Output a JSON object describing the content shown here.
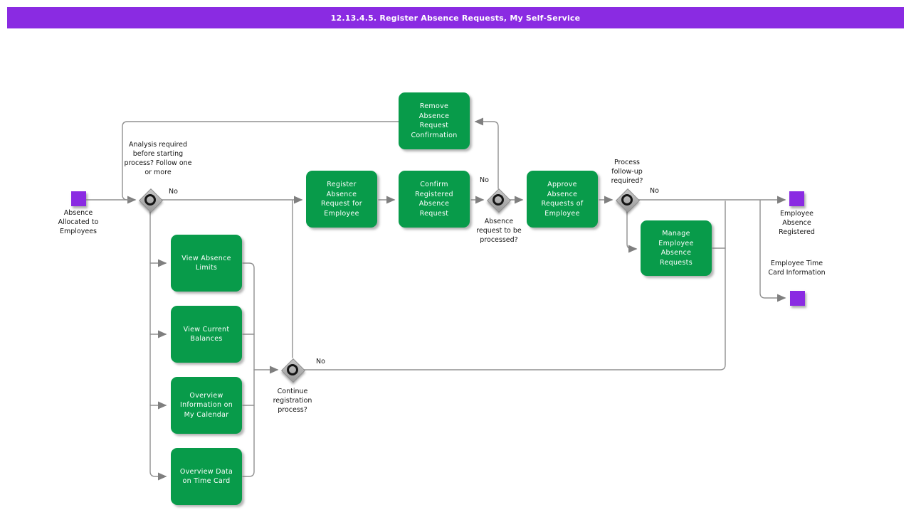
{
  "title": "12.13.4.5. Register Absence Requests, My Self-Service",
  "colors": {
    "title_bar": "#8A2BE2",
    "task_fill": "#089B4A",
    "event_fill": "#8A2BE2",
    "connector": "#909090"
  },
  "events": {
    "start": {
      "label": "Absence Allocated to Employees"
    },
    "end_registered": {
      "label": "Employee Absence Registered"
    },
    "end_timecard": {
      "label": "Employee Time Card Information"
    }
  },
  "tasks": {
    "remove": {
      "label": "Remove Absence Request Confirmation"
    },
    "register": {
      "label": "Register Absence Request for Employee"
    },
    "confirm": {
      "label": "Confirm Registered Absence Request"
    },
    "approve": {
      "label": "Approve Absence Requests of Employee"
    },
    "manage": {
      "label": "Manage Employee Absence Requests"
    },
    "view_limits": {
      "label": "View Absence Limits"
    },
    "view_balances": {
      "label": "View Current Balances"
    },
    "overview_calendar": {
      "label": "Overview Information on My Calendar"
    },
    "overview_timecard": {
      "label": "Overview Data on Time Card"
    }
  },
  "gateways": {
    "analysis": {
      "question": "Analysis required before starting process? Follow one or more",
      "branch_label": "No"
    },
    "processed": {
      "question": "Absence request to be processed?",
      "branch_label": "No"
    },
    "followup": {
      "question": "Process follow-up required?",
      "branch_label": "No"
    },
    "continue": {
      "question": "Continue registration process?",
      "branch_label": "No"
    }
  }
}
